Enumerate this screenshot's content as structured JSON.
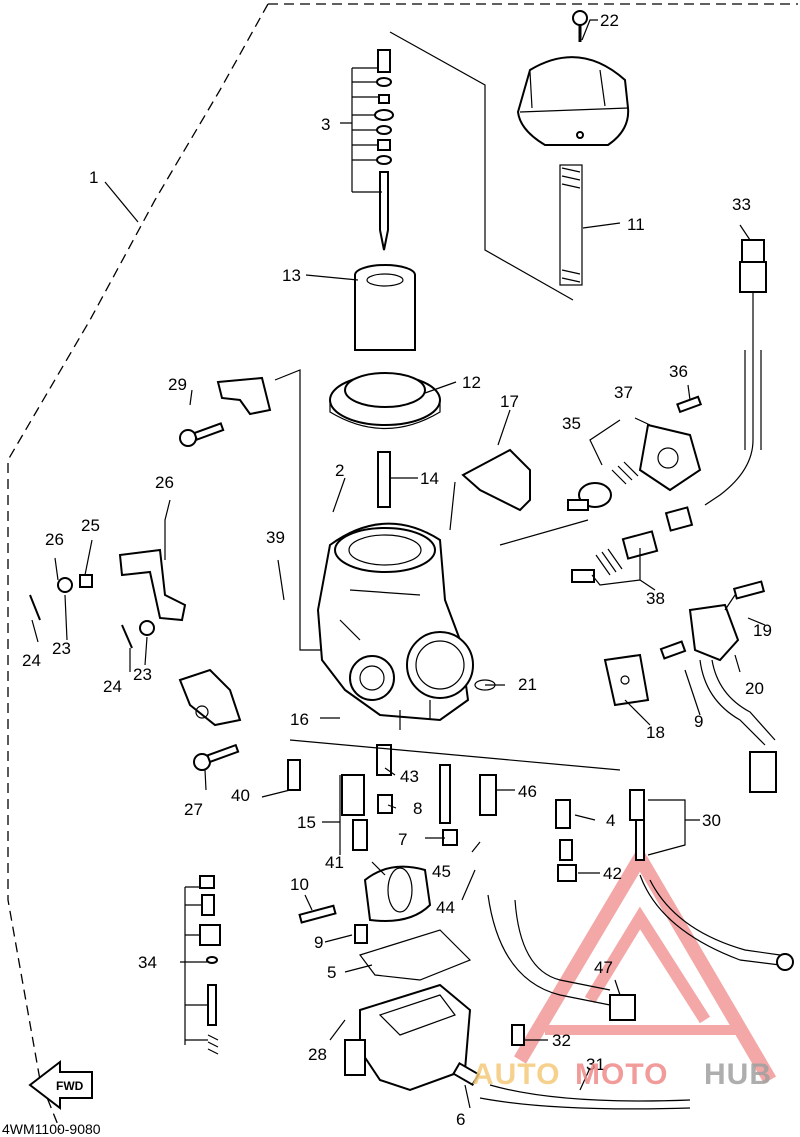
{
  "callouts": {
    "c1": "1",
    "c2": "2",
    "c3": "3",
    "c4": "4",
    "c5": "5",
    "c6": "6",
    "c7": "7",
    "c8": "8",
    "c9a": "9",
    "c9b": "9",
    "c10": "10",
    "c11": "11",
    "c12": "12",
    "c13": "13",
    "c14": "14",
    "c15": "15",
    "c16": "16",
    "c17": "17",
    "c18": "18",
    "c19": "19",
    "c20": "20",
    "c21": "21",
    "c22": "22",
    "c23a": "23",
    "c23b": "23",
    "c24a": "24",
    "c24b": "24",
    "c25": "25",
    "c26a": "26",
    "c26b": "26",
    "c27": "27",
    "c28": "28",
    "c29": "29",
    "c30": "30",
    "c31": "31",
    "c32": "32",
    "c33": "33",
    "c34": "34",
    "c35": "35",
    "c36": "36",
    "c37": "37",
    "c38": "38",
    "c39": "39",
    "c40": "40",
    "c41": "41",
    "c42": "42",
    "c43": "43",
    "c44": "44",
    "c45": "45",
    "c46": "46",
    "c47": "47"
  },
  "reference_code": "4WM1100-9080",
  "direction_arrow": {
    "label": "FWD",
    "icon": "forward-arrow-icon"
  },
  "watermark": {
    "auto": "AUTO",
    "moto": "MOTO",
    "hub": "HUB",
    "logo": "triangle-logo-icon"
  },
  "colors": {
    "line": "#000000",
    "watermark_red": "#f08a8a",
    "watermark_orange": "#f5c97a",
    "watermark_grey": "#a0a0a0"
  }
}
